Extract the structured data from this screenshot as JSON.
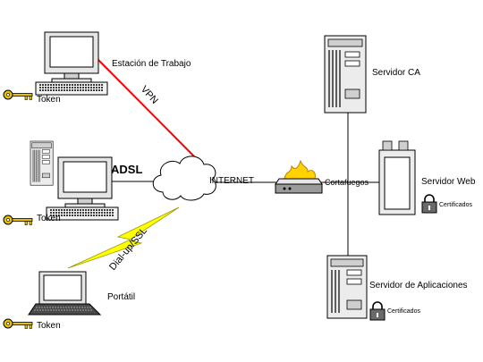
{
  "labels": {
    "workstation": "Estación de Trabajo",
    "token_1": "Token",
    "token_2": "Token",
    "token_3": "Token",
    "vpn": "VPN",
    "adsl": "ADSL",
    "internet": "INTERNET",
    "dialup": "Dial-up/SSL",
    "laptop": "Portátil",
    "firewall": "Cortafuegos",
    "server_ca": "Servidor CA",
    "server_web": "Servidor Web",
    "server_app": "Servidor de Aplicaciones",
    "cert_web": "Certificados",
    "cert_app": "Certificados"
  },
  "colors": {
    "vpn_line": "#ff0000",
    "dialup_bolt": "#ffff00",
    "key": "#e8c000",
    "fire": "#ffd200"
  }
}
